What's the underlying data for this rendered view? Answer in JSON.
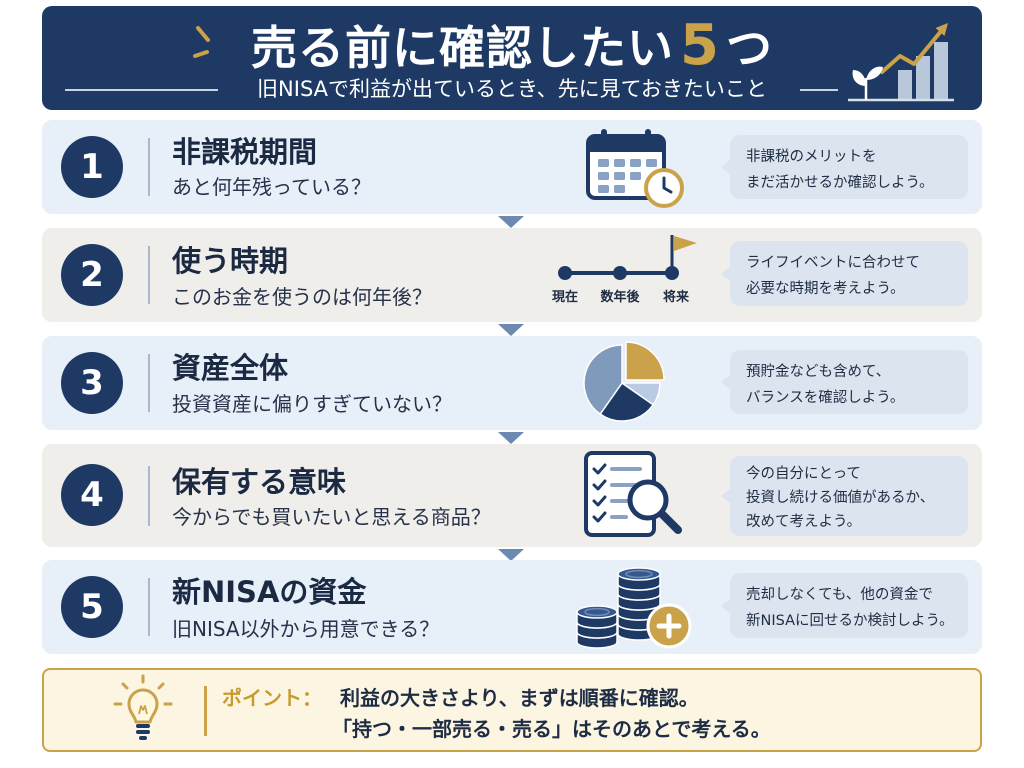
{
  "header": {
    "title_main": "売る前に確認したい",
    "title_number": "5",
    "title_suffix": "つ",
    "subtitle": "旧NISAで利益が出ているとき、先に見ておきたいこと",
    "icon": "growth-chart-icon"
  },
  "steps": [
    {
      "number": "1",
      "title": "非課税期間",
      "question": "あと何年残っている？",
      "icon": "calendar-clock-icon",
      "note": [
        "非課税のメリットを",
        "まだ活かせるか確認しよう。"
      ]
    },
    {
      "number": "2",
      "title": "使う時期",
      "question": "このお金を使うのは何年後？",
      "icon": "timeline-flag-icon",
      "timeline": [
        "現在",
        "数年後",
        "将来"
      ],
      "note": [
        "ライフイベントに合わせて",
        "必要な時期を考えよう。"
      ]
    },
    {
      "number": "3",
      "title": "資産全体",
      "question": "投資資産に偏りすぎていない？",
      "icon": "pie-chart-icon",
      "note": [
        "預貯金なども含めて、",
        "バランスを確認しよう。"
      ]
    },
    {
      "number": "4",
      "title": "保有する意味",
      "question": "今からでも買いたいと思える商品？",
      "icon": "checklist-magnifier-icon",
      "note": [
        "今の自分にとって",
        "投資し続ける価値があるか、",
        "改めて考えよう。"
      ]
    },
    {
      "number": "5",
      "title": "新NISAの資金",
      "question": "旧NISA以外から用意できる？",
      "icon": "coins-plus-icon",
      "note": [
        "売却しなくても、他の資金で",
        "新NISAに回せるか検討しよう。"
      ]
    }
  ],
  "point": {
    "icon": "lightbulb-icon",
    "label": "ポイント：",
    "lines": [
      "利益の大きさより、まずは順番に確認。",
      "「持つ・一部売る・売る」はそのあとで考える。"
    ]
  },
  "colors": {
    "navy": "#1e3a64",
    "gold": "#c9a24a",
    "row_blue": "#e7eff9",
    "row_beige": "#f0eeea",
    "callout": "#dbe4ef",
    "arrow": "#6c89b0",
    "point_bg": "#fcf5e2",
    "steel": "#8aa3c4"
  }
}
